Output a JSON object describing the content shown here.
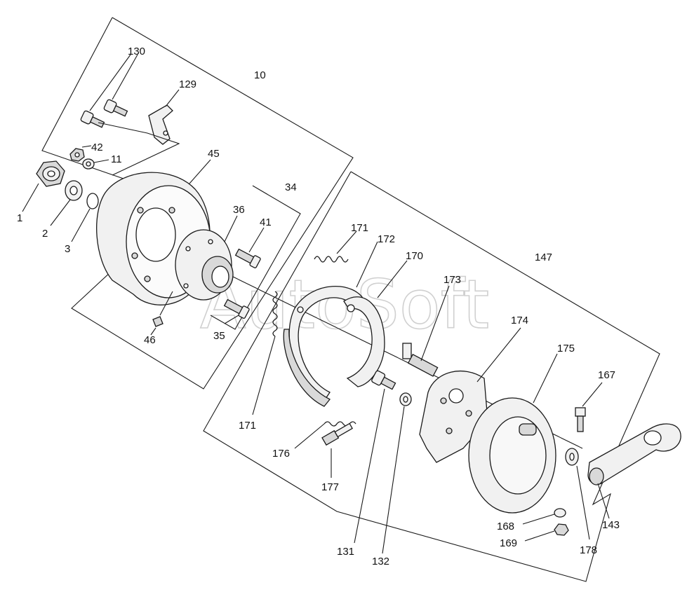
{
  "watermark": "AutoSoft",
  "labels": [
    {
      "id": "130",
      "text": "130"
    },
    {
      "id": "129",
      "text": "129"
    },
    {
      "id": "10",
      "text": "10"
    },
    {
      "id": "42",
      "text": "42"
    },
    {
      "id": "11",
      "text": "11"
    },
    {
      "id": "45",
      "text": "45"
    },
    {
      "id": "34",
      "text": "34"
    },
    {
      "id": "36",
      "text": "36"
    },
    {
      "id": "41",
      "text": "41"
    },
    {
      "id": "1",
      "text": "1"
    },
    {
      "id": "2",
      "text": "2"
    },
    {
      "id": "3",
      "text": "3"
    },
    {
      "id": "35",
      "text": "35"
    },
    {
      "id": "46",
      "text": "46"
    },
    {
      "id": "171a",
      "text": "171"
    },
    {
      "id": "172",
      "text": "172"
    },
    {
      "id": "170",
      "text": "170"
    },
    {
      "id": "173",
      "text": "173"
    },
    {
      "id": "147",
      "text": "147"
    },
    {
      "id": "174",
      "text": "174"
    },
    {
      "id": "175",
      "text": "175"
    },
    {
      "id": "167",
      "text": "167"
    },
    {
      "id": "171b",
      "text": "171"
    },
    {
      "id": "176",
      "text": "176"
    },
    {
      "id": "177",
      "text": "177"
    },
    {
      "id": "131",
      "text": "131"
    },
    {
      "id": "132",
      "text": "132"
    },
    {
      "id": "168",
      "text": "168"
    },
    {
      "id": "169",
      "text": "169"
    },
    {
      "id": "178",
      "text": "178"
    },
    {
      "id": "143",
      "text": "143"
    }
  ]
}
